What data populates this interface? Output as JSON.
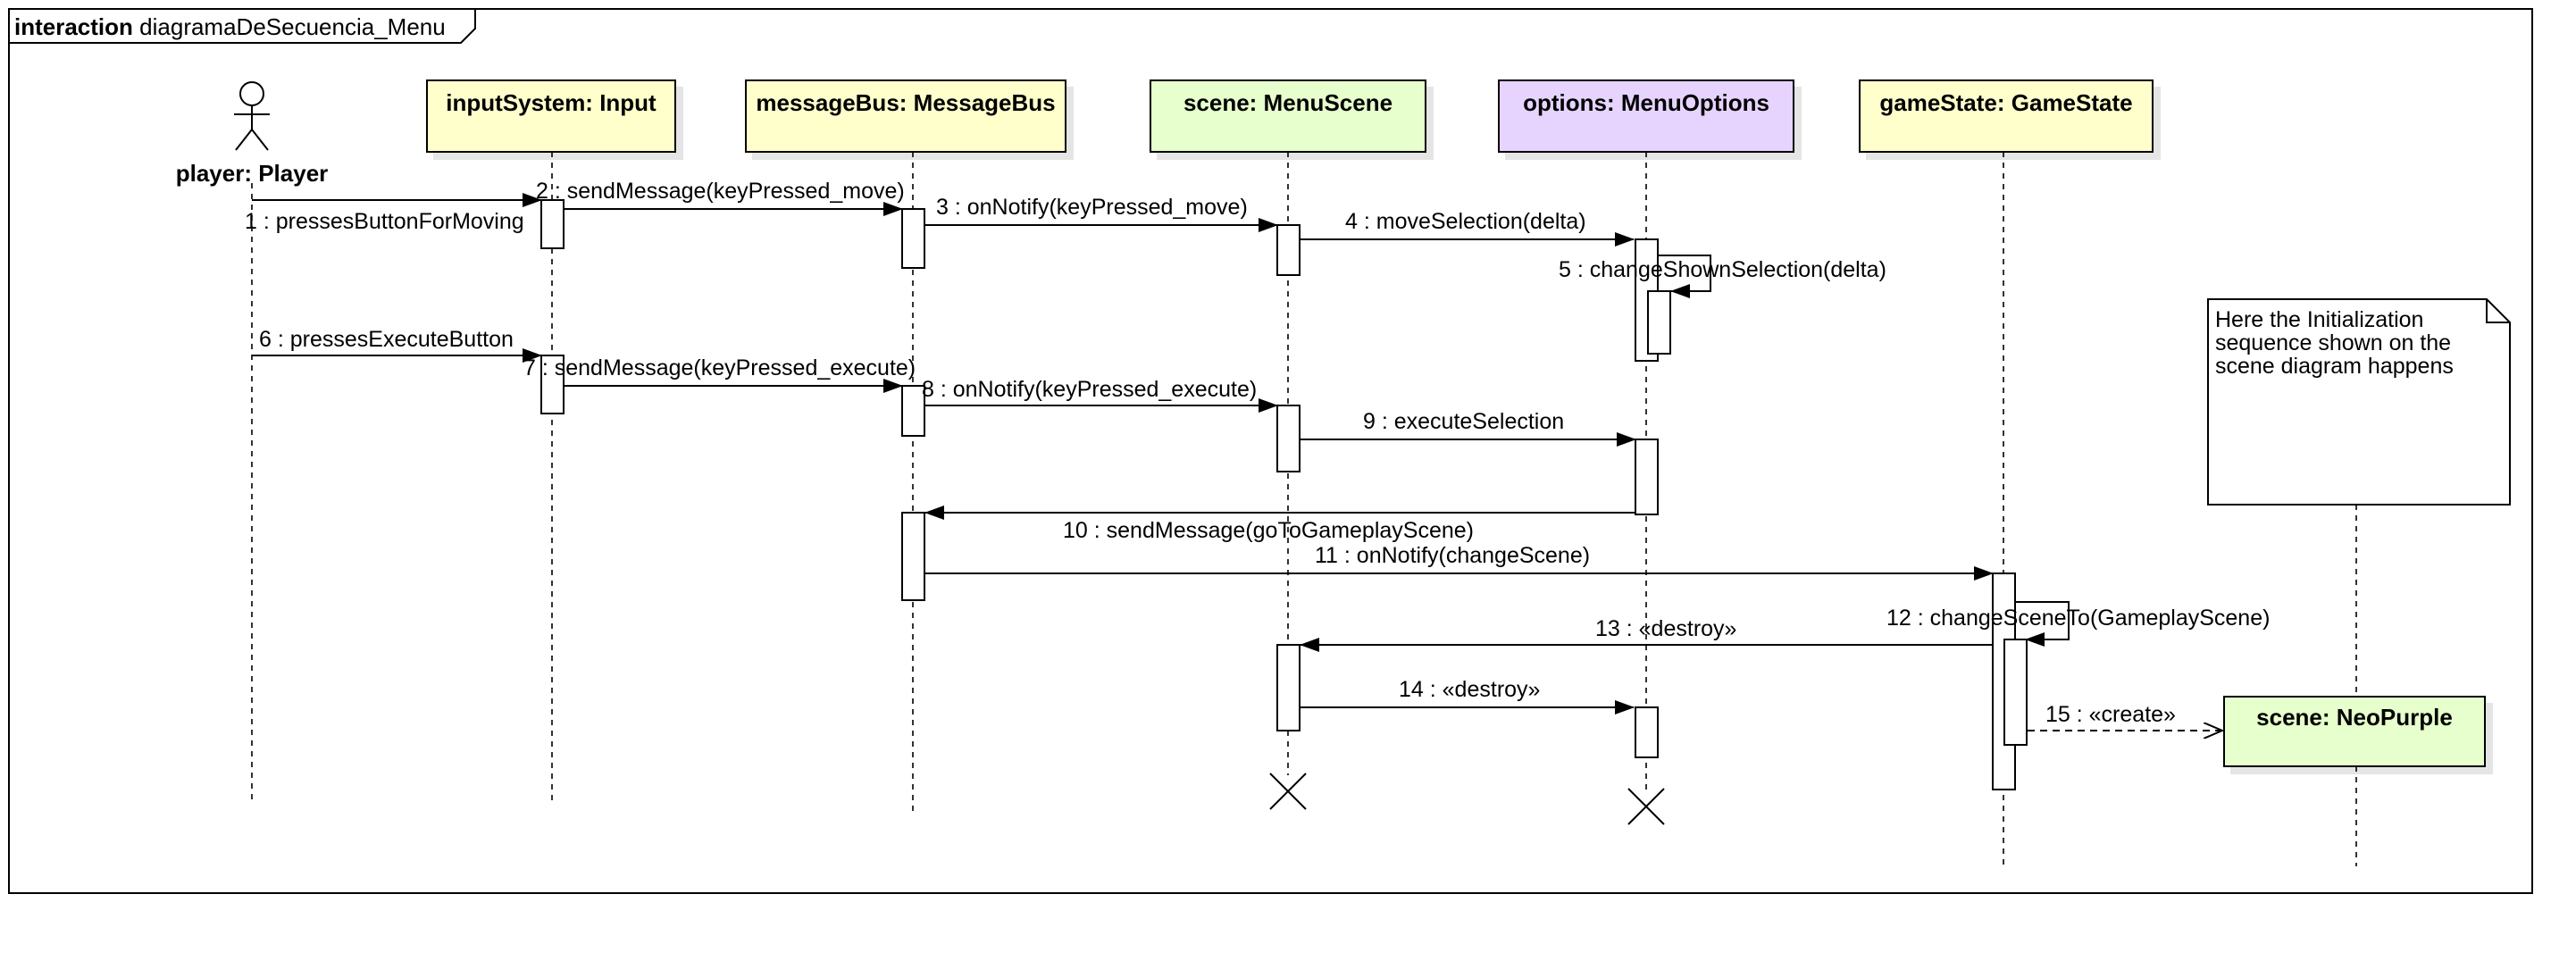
{
  "frame": {
    "keyword": "interaction",
    "name": "diagramaDeSecuencia_Menu"
  },
  "actor": {
    "label": "player: Player"
  },
  "lifelines": [
    {
      "id": "input",
      "label": "inputSystem: Input",
      "color": "#ffffcc"
    },
    {
      "id": "bus",
      "label": "messageBus: MessageBus",
      "color": "#ffffcc"
    },
    {
      "id": "scene",
      "label": "scene: MenuScene",
      "color": "#e6ffcc"
    },
    {
      "id": "options",
      "label": "options: MenuOptions",
      "color": "#e6d4ff"
    },
    {
      "id": "game",
      "label": "gameState: GameState",
      "color": "#ffffcc"
    }
  ],
  "created": {
    "label": "scene: NeoPurple",
    "color": "#e6ffcc"
  },
  "messages": [
    {
      "num": "1 :",
      "text": "pressesButtonForMoving"
    },
    {
      "num": "2 :",
      "text": "sendMessage(keyPressed_move)"
    },
    {
      "num": "3 :",
      "text": "onNotify(keyPressed_move)"
    },
    {
      "num": "4 :",
      "text": "moveSelection(delta)"
    },
    {
      "num": "5 :",
      "text": "changeShownSelection(delta)"
    },
    {
      "num": "6 :",
      "text": "pressesExecuteButton"
    },
    {
      "num": "7 :",
      "text": "sendMessage(keyPressed_execute)"
    },
    {
      "num": "8 :",
      "text": "onNotify(keyPressed_execute)"
    },
    {
      "num": "9 :",
      "text": "executeSelection"
    },
    {
      "num": "10 :",
      "text": "sendMessage(goToGameplayScene)"
    },
    {
      "num": "11 :",
      "text": "onNotify(changeScene)"
    },
    {
      "num": "12 :",
      "text": "changeSceneTo(GameplayScene)"
    },
    {
      "num": "13 :",
      "text": "«destroy»"
    },
    {
      "num": "14 :",
      "text": "«destroy»"
    },
    {
      "num": "15 :",
      "text": "«create»"
    }
  ],
  "note": {
    "lines": [
      "Here the Initialization",
      "sequence shown on the",
      "scene diagram happens"
    ]
  }
}
